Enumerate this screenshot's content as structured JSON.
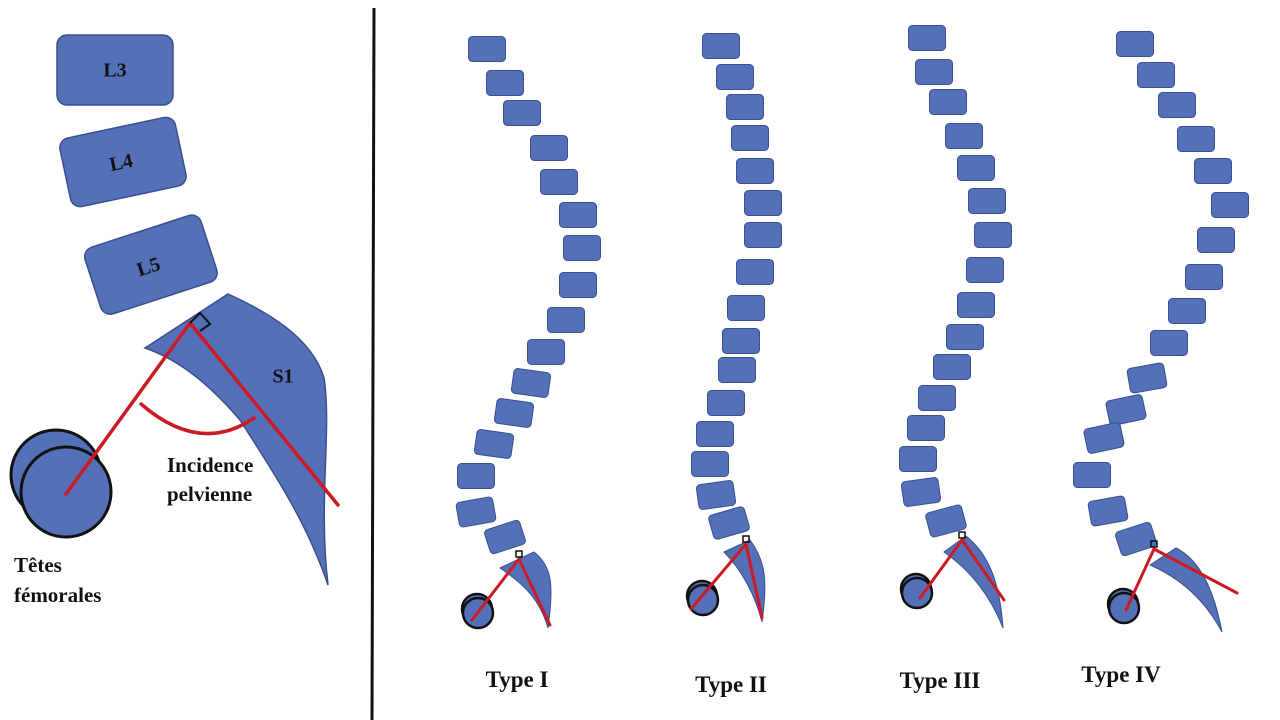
{
  "vertebrae": {
    "l3": "L3",
    "l4": "L4",
    "l5": "L5",
    "s1": "S1"
  },
  "angle_label": {
    "line1": "Incidence",
    "line2": "pelvienne"
  },
  "femoral_label": {
    "line1": "Têtes",
    "line2": "fémorales"
  },
  "types": [
    "Type I",
    "Type II",
    "Type III",
    "Type IV"
  ],
  "colors": {
    "bone": "#5470b8",
    "outline": "#3a4f8c",
    "angle_line": "#cc1a24",
    "text": "#111111",
    "divider": "#111111"
  }
}
